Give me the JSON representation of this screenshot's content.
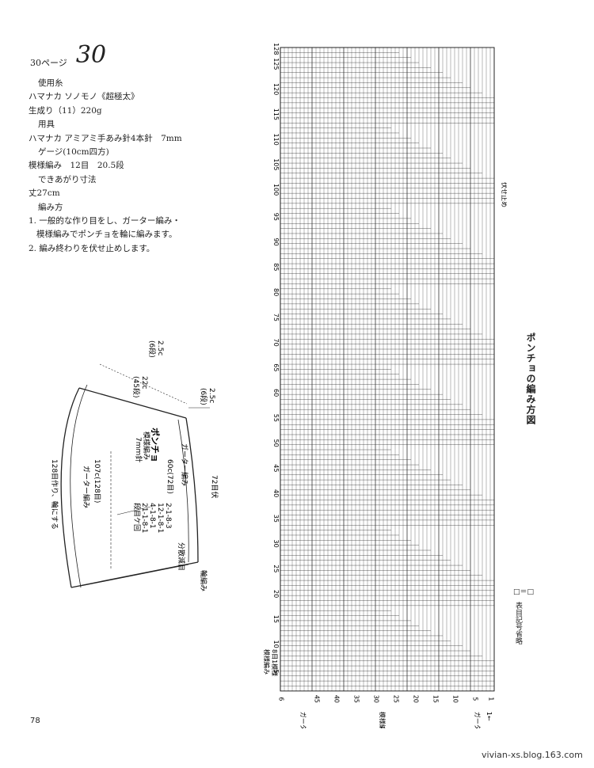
{
  "header": {
    "page_ref": "30ページ",
    "pattern_number": "30"
  },
  "instructions": {
    "yarn_heading": "使用糸",
    "yarn": "ハマナカ ソノモノ《超極太》",
    "color": "生成り（11）220g",
    "tools_heading": "用具",
    "tools": "ハマナカ アミアミ手あみ針4本針　7mm",
    "gauge_heading": "ゲージ(10cm四方)",
    "gauge": "模様編み　12目　20.5段",
    "size_heading": "できあがり寸法",
    "size": "丈27cm",
    "method_heading": "編み方",
    "step1a": "1. 一般的な作り目をし、ガーター編み・",
    "step1b": "模様編みでポンチョを輪に編みます。",
    "step2": "2. 編み終わりを伏せ止めします。"
  },
  "schematic": {
    "t_25c_top": "2.5c",
    "t_6dan_top": "(6段)",
    "t_22c": "22c",
    "t_45dan": "(45段)",
    "t_25c_right": "2.5c",
    "t_6dan_right": "(6段)",
    "t_72me": "72目伏",
    "t_garter_top": "ガーター編み",
    "t_60c": "60c(72目)",
    "t_poncho": "ポンチョ",
    "t_pattern": "模様編み",
    "t_needle": "7mm針",
    "t_107c": "107c(128目)",
    "t_garter_bottom": "ガーター編み",
    "t_dec1": "2-1-8-3",
    "t_dec2": "12-1-8-1",
    "t_dec3": "4-1-8-1",
    "t_dec4": "21-1-8-1",
    "t_dec_head": "段目ケ回",
    "t_dec_note": "分散減目",
    "t_rib": "輪編み",
    "t_cast_on": "128目作り、輪にする"
  },
  "chart": {
    "title": "ポンチョの編み方図",
    "bind_off": "伏せ止め",
    "row_labels": [
      "5",
      "10",
      "15",
      "20",
      "25",
      "30",
      "35",
      "40",
      "45",
      "50",
      "55",
      "60",
      "65",
      "70",
      "75",
      "80",
      "85",
      "90",
      "95",
      "100",
      "105",
      "110",
      "115",
      "120",
      "125",
      "128"
    ],
    "col_labels": [
      "1",
      "5",
      "10",
      "15",
      "20",
      "25",
      "30",
      "35",
      "40",
      "45",
      "6"
    ],
    "bottom_label_1": "ガーター編み",
    "bottom_label_2": "模様編み",
    "bottom_label_3": "ガーター編み",
    "bottom_label_4": "1←",
    "left_note_1": "模様編み",
    "left_note_2": "8目1模様"
  },
  "legend": {
    "box": "□＝□",
    "text": "表目記号省略"
  },
  "page_number": "78",
  "watermark": "vivian-xs.blog.163.com"
}
